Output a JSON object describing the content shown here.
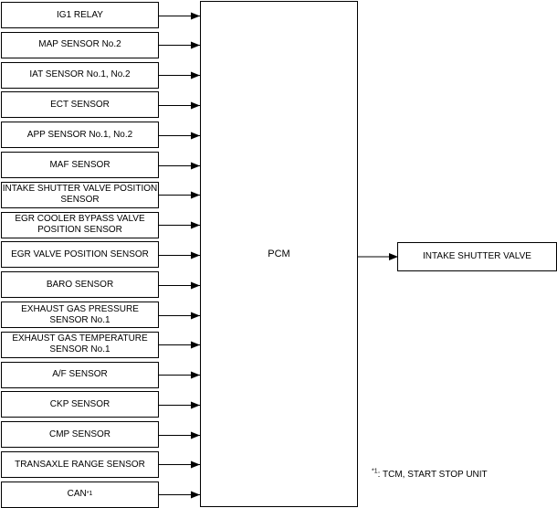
{
  "inputs": [
    {
      "label": "IG1 RELAY"
    },
    {
      "label": "MAP SENSOR No.2"
    },
    {
      "label": "IAT SENSOR No.1, No.2"
    },
    {
      "label": "ECT SENSOR"
    },
    {
      "label": "APP SENSOR No.1, No.2"
    },
    {
      "label": "MAF SENSOR"
    },
    {
      "label": "INTAKE SHUTTER VALVE POSITION SENSOR"
    },
    {
      "label": "EGR COOLER BYPASS VALVE POSITION SENSOR"
    },
    {
      "label": "EGR VALVE POSITION SENSOR"
    },
    {
      "label": "BARO SENSOR"
    },
    {
      "label": "EXHAUST GAS PRESSURE SENSOR No.1"
    },
    {
      "label": "EXHAUST GAS TEMPERATURE SENSOR No.1"
    },
    {
      "label": "A/F SENSOR"
    },
    {
      "label": "CKP SENSOR"
    },
    {
      "label": "CMP SENSOR"
    },
    {
      "label": "TRANSAXLE RANGE SENSOR"
    },
    {
      "label": "CAN",
      "footnote_mark": "*1"
    }
  ],
  "controller": {
    "label": "PCM"
  },
  "output": {
    "label": "INTAKE SHUTTER VALVE"
  },
  "footnote": {
    "mark": "*1",
    "text": ": TCM, START STOP UNIT"
  }
}
